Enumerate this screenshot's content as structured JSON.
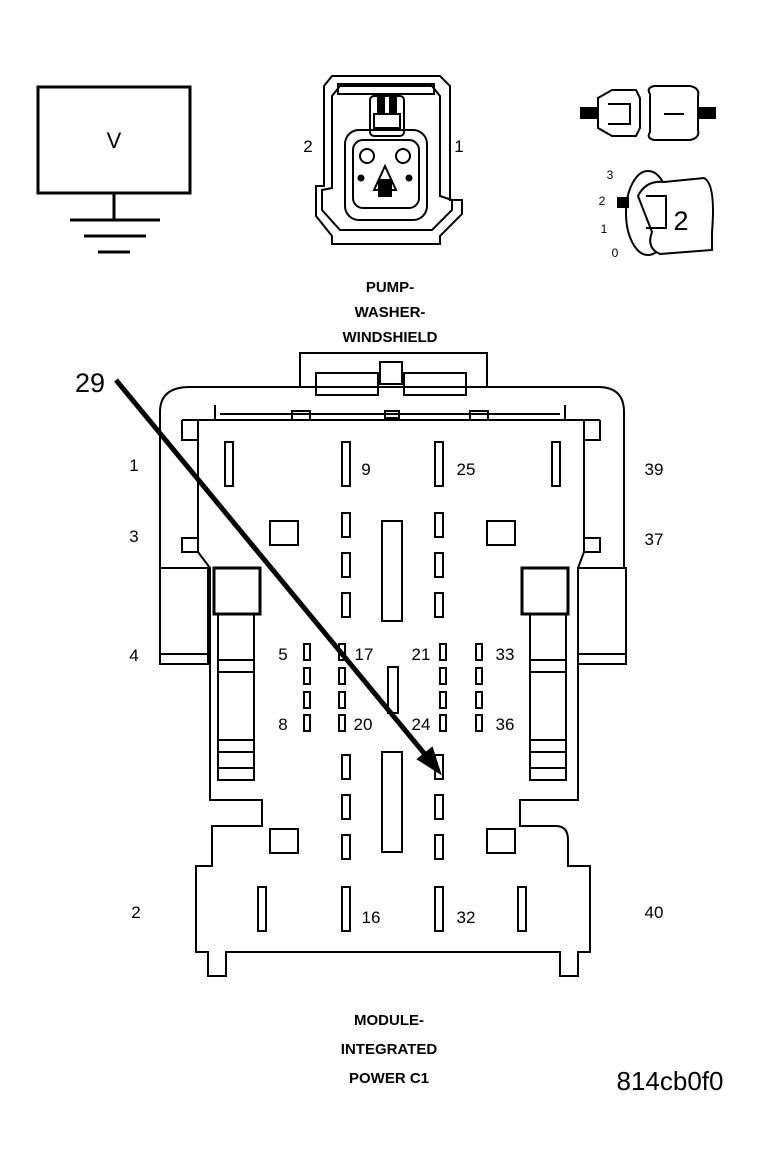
{
  "voltmeter": {
    "symbol": "V"
  },
  "pump_connector": {
    "pin_left": "2",
    "pin_right": "1",
    "caption_lines": [
      "PUMP-",
      "WASHER-",
      "WINDSHIELD"
    ]
  },
  "ignition_switch": {
    "positions": [
      "3",
      "2",
      "1",
      "0"
    ],
    "key_label": "2"
  },
  "callout": {
    "label": "29"
  },
  "module_connector": {
    "side_pins": [
      "1",
      "3",
      "4",
      "2",
      "39",
      "37",
      "40"
    ],
    "inner_pins": [
      "9",
      "25",
      "5",
      "17",
      "21",
      "33",
      "8",
      "20",
      "24",
      "36",
      "16",
      "32"
    ],
    "caption_lines": [
      "MODULE-",
      "INTEGRATED",
      "POWER C1"
    ]
  },
  "figure_code": "814cb0f0"
}
